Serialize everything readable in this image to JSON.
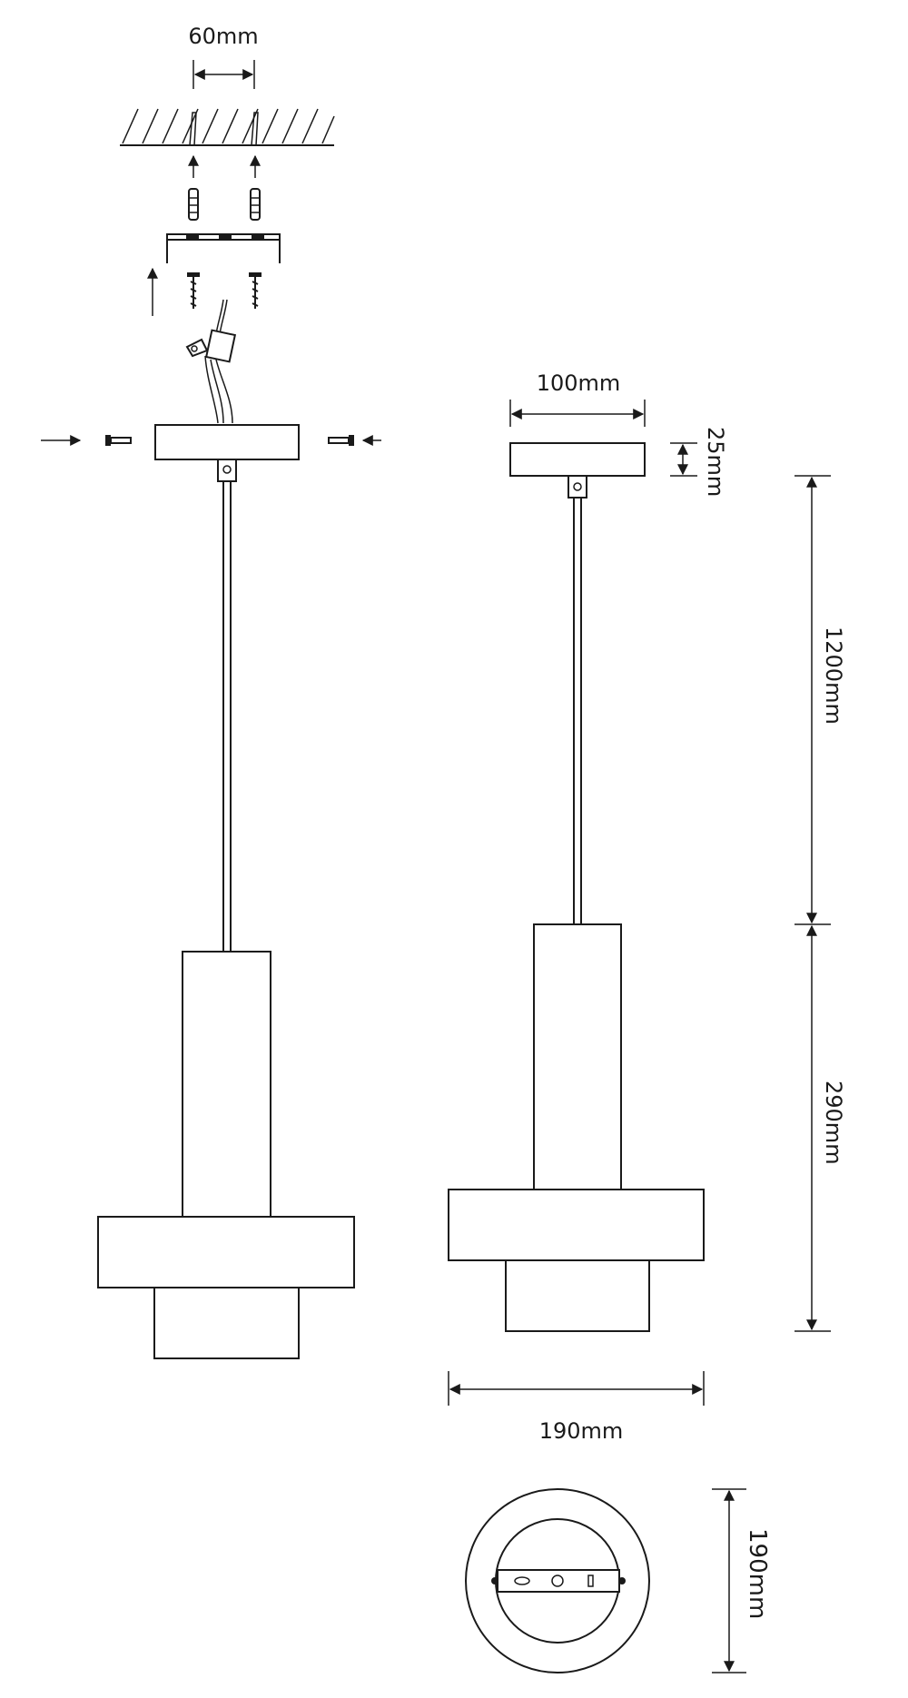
{
  "diagram": {
    "dimensions": {
      "anchor_spacing": "60mm",
      "canopy_diameter": "100mm",
      "canopy_height": "25mm",
      "cable_length": "1200mm",
      "shade_height": "290mm",
      "shade_width": "190mm",
      "top_view_diameter": "190mm"
    },
    "colors": {
      "line": "#1a1a1a",
      "background": "#ffffff"
    }
  }
}
